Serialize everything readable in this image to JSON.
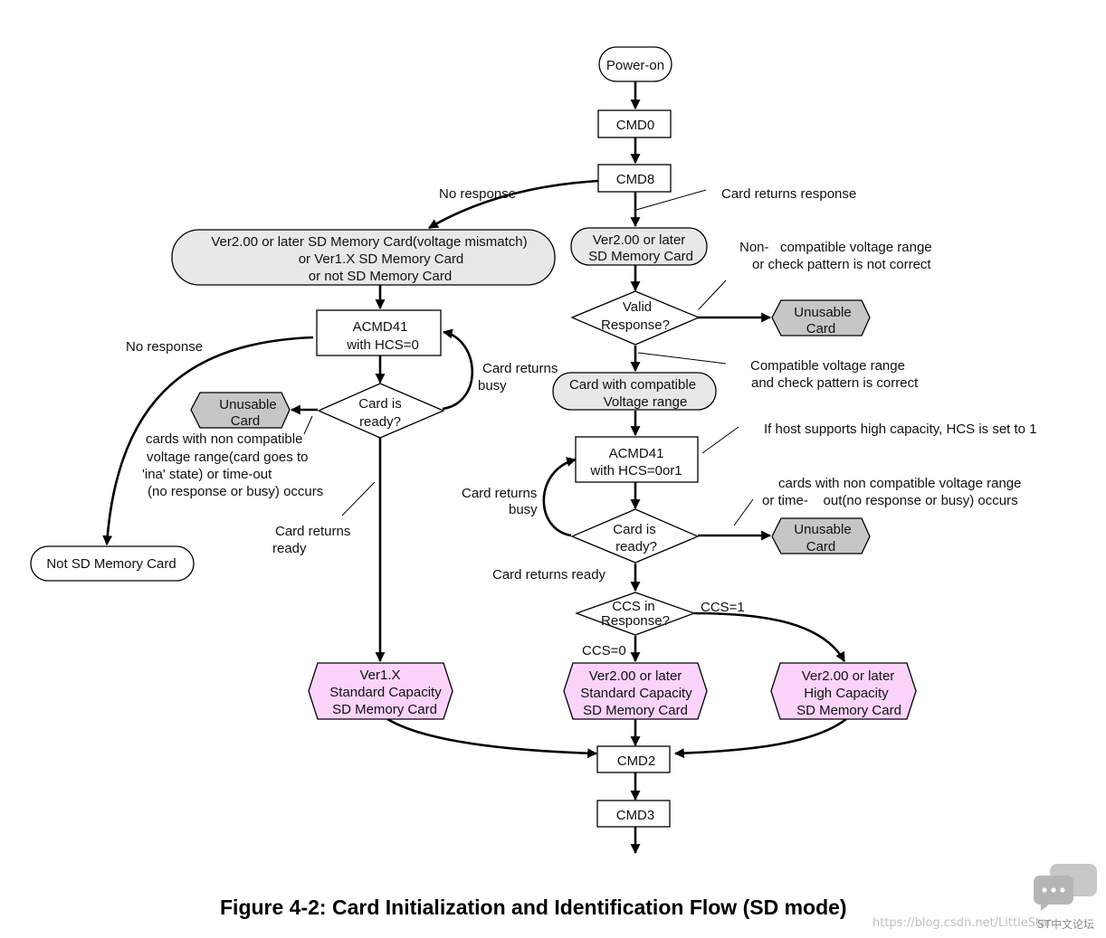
{
  "nodes": {
    "power_on": "Power-on",
    "cmd0": "CMD0",
    "cmd8": "CMD8",
    "ver2_mismatch": [
      "Ver2.00 or later SD Memory Card(voltage mismatch)",
      "or Ver1.X SD Memory Card",
      "or not SD Memory Card"
    ],
    "ver2_card": [
      "Ver2.00 or later",
      "SD Memory Card"
    ],
    "valid_response": [
      "Valid",
      "Response?"
    ],
    "unusable_1": [
      "Unusable",
      "Card"
    ],
    "compatible_card": [
      "Card with compatible",
      "Voltage range"
    ],
    "acmd41_hcs0": [
      "ACMD41",
      "with HCS=0"
    ],
    "card_ready_left": [
      "Card is",
      "ready?"
    ],
    "unusable_2": [
      "Unusable",
      "Card"
    ],
    "acmd41_hcs01": [
      "ACMD41",
      "with HCS=0or1"
    ],
    "card_ready_right": [
      "Card is",
      "ready?"
    ],
    "unusable_3": [
      "Unusable",
      "Card"
    ],
    "ccs_response": [
      "CCS in",
      "Response?"
    ],
    "not_sd": "Not SD Memory Card",
    "ver1x_std": [
      "Ver1.X",
      "Standard Capacity",
      "SD Memory Card"
    ],
    "ver2_std": [
      "Ver2.00 or later",
      "Standard Capacity",
      "SD Memory Card"
    ],
    "ver2_high": [
      "Ver2.00 or later",
      "High Capacity",
      "SD Memory Card"
    ],
    "cmd2": "CMD2",
    "cmd3": "CMD3"
  },
  "labels": {
    "no_response_cmd8": "No response",
    "card_returns_response": "Card returns response",
    "non_compatible": [
      "Non-   compatible voltage range",
      "or check pattern is not correct"
    ],
    "compatible_range": [
      "Compatible voltage range",
      "and check pattern is correct"
    ],
    "no_response_acmd": "No response",
    "busy_left": [
      "Card returns",
      "busy"
    ],
    "cards_noncompat_left": [
      "cards with non compatible",
      "voltage range(card goes to",
      "'ina' state) or time-out",
      "(no response or busy) occurs"
    ],
    "ready_left": [
      "Card returns",
      "ready"
    ],
    "hcs_note": "If host supports high capacity, HCS is set to 1",
    "cards_noncompat_right": [
      "cards with non compatible voltage range",
      "or time-    out(no response or busy) occurs"
    ],
    "busy_right": [
      "Card returns",
      "busy"
    ],
    "ready_right": "Card returns ready",
    "ccs1": "CCS=1",
    "ccs0": "CCS=0"
  },
  "caption": "Figure 4-2: Card Initialization and Identification Flow (SD mode)",
  "watermark": {
    "url": "https://blog.csdn.net/LittleStar",
    "forum": "ST中文论坛"
  }
}
